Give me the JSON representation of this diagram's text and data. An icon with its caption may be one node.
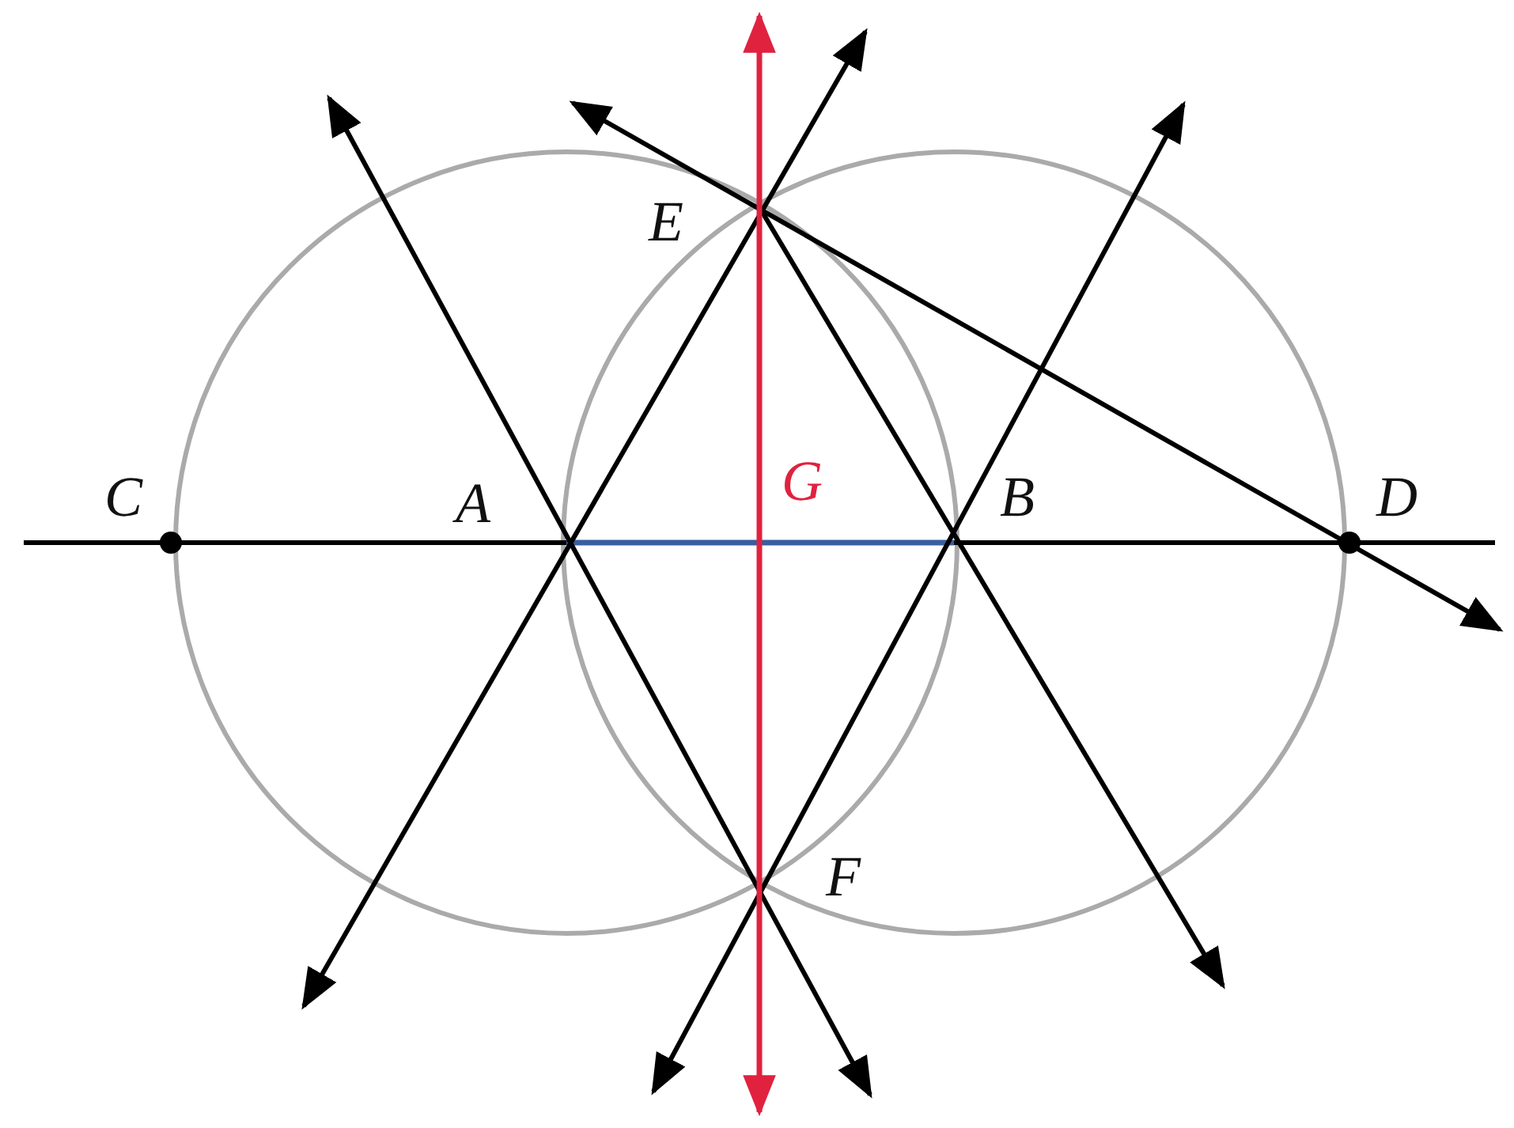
{
  "diagram": {
    "labels": [
      "E",
      "C",
      "A",
      "G",
      "B",
      "D",
      "F"
    ]
  }
}
